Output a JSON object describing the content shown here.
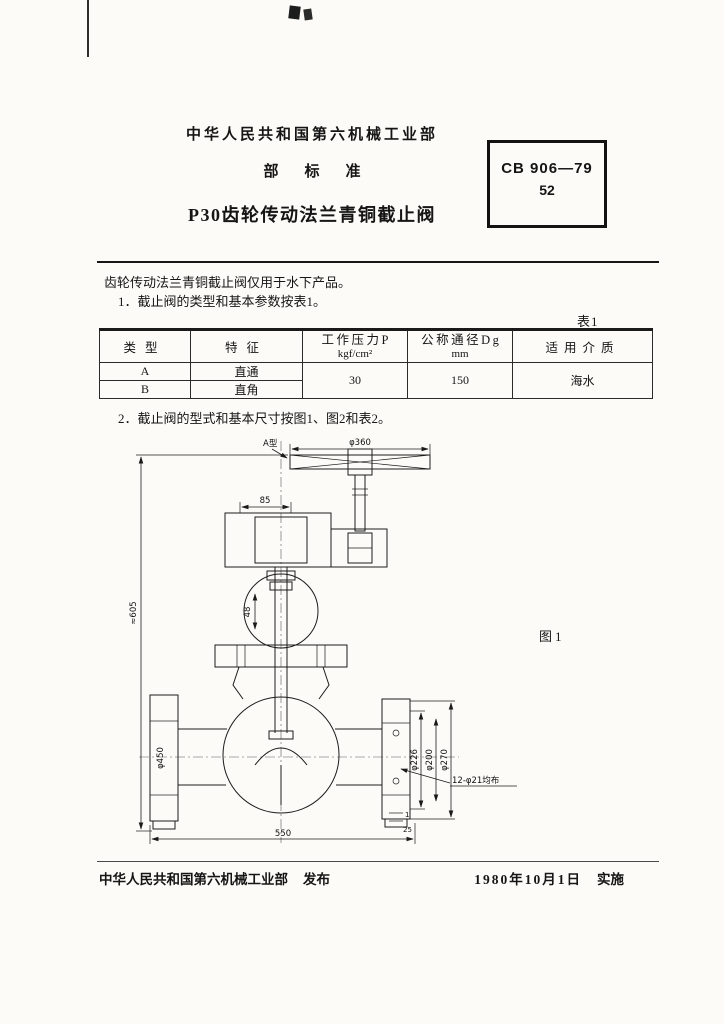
{
  "header": {
    "ministry": "中华人民共和国第六机械工业部",
    "standard_type": "部标准",
    "title": "P30齿轮传动法兰青铜截止阀",
    "code_box": {
      "code": "CB 906—79",
      "number": "52"
    }
  },
  "body": {
    "intro": "齿轮传动法兰青铜截止阀仅用于水下产品。",
    "item1": "1．截止阀的类型和基本参数按表1。",
    "item2": "2．截止阀的型式和基本尺寸按图1、图2和表2。"
  },
  "table1": {
    "tag": "表1",
    "headers": {
      "type": "类型",
      "feature": "特征",
      "pressure_line1": "工作压力P",
      "pressure_line2": "kgf/cm²",
      "diameter_line1": "公称通径Dg",
      "diameter_line2": "mm",
      "medium": "适用介质"
    },
    "rows": [
      {
        "type": "A",
        "feature": "直通"
      },
      {
        "type": "B",
        "feature": "直角"
      }
    ],
    "merged": {
      "pressure": "30",
      "diameter": "150",
      "medium": "海水"
    }
  },
  "figure": {
    "label": "图1",
    "view_label": "A型",
    "dims": {
      "wheel_dia": "φ360",
      "housing_width": "85",
      "overall_height": "≈605",
      "stem_dim": "48",
      "left_flange_dia": "φ450",
      "right_dia_1": "φ226",
      "right_dia_2": "φ200",
      "right_dia_3": "φ270",
      "length": "550",
      "dim_1": "1",
      "dim_25": "25",
      "bolt_note": "12-φ21均布"
    }
  },
  "footer": {
    "issuer": "中华人民共和国第六机械工业部",
    "publish_label": "发布",
    "date": "1980年10月1日",
    "impl_label": "实施"
  }
}
